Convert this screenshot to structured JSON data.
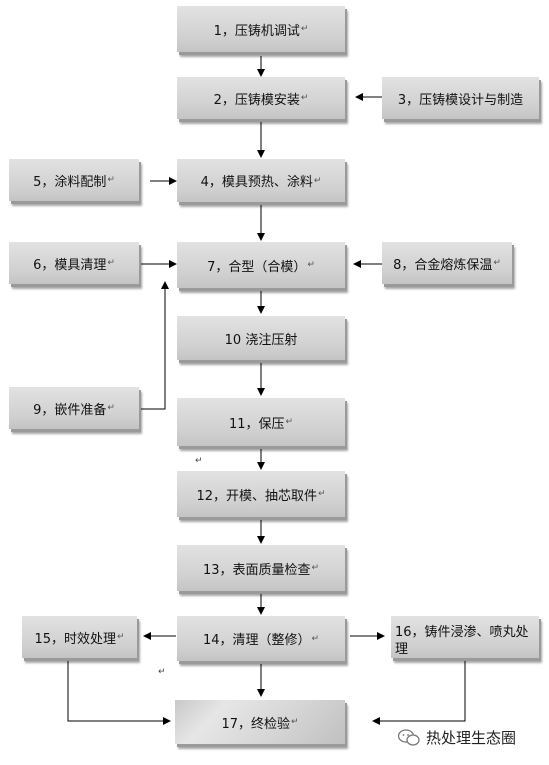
{
  "steps": {
    "s1": "1，压铸机调试",
    "s2": "2，压铸模安装",
    "s3": "3，压铸模设计与制造",
    "s4": "4，模具预热、涂料",
    "s5": "5，涂料配制",
    "s6": "6，模具清理",
    "s7": "7，合型（合模）",
    "s8": "8，合金熔炼保温",
    "s9": "9，嵌件准备",
    "s10": "10 浇注压射",
    "s11": "11，保压",
    "s12": "12，开模、抽芯取件",
    "s13": "13，表面质量检查",
    "s14": "14，清理（整修）",
    "s15": "15，时效处理",
    "s16": "16，铸件浸渗、喷丸处理",
    "s17": "17，终检验"
  },
  "para_mark": "↵",
  "watermark": "热处理生态圈",
  "colors": {
    "box": "#d0d0d0",
    "line": "#000000"
  }
}
